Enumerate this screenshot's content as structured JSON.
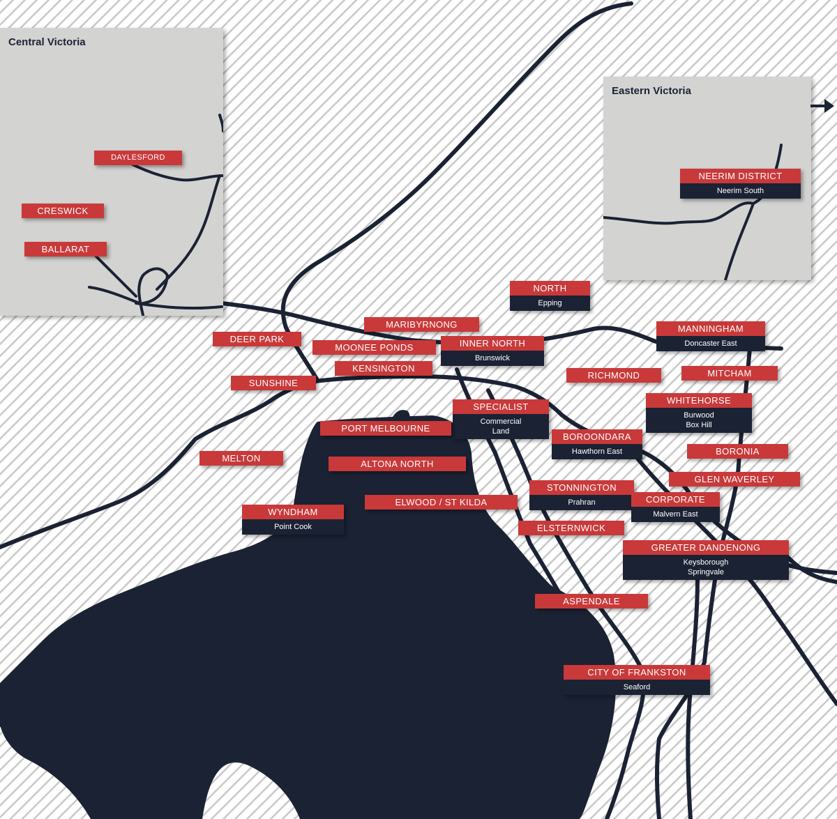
{
  "colors": {
    "water": "#1b2234",
    "road": "#1b2234",
    "label_red": "#c9393a",
    "label_dark": "#1b2234",
    "inset_bg": "#d3d3d1",
    "hatch": "#c8c8c8"
  },
  "insets": {
    "central": {
      "title": "Central Victoria"
    },
    "eastern": {
      "title": "Eastern Victoria"
    }
  },
  "direction_icon": "arrow-right-icon",
  "labels": {
    "daylesford": {
      "name": "DAYLESFORD"
    },
    "creswick": {
      "name": "CRESWICK"
    },
    "ballarat": {
      "name": "BALLARAT"
    },
    "neerim": {
      "name": "NEERIM DISTRICT",
      "sub": "Neerim South"
    },
    "north": {
      "name": "NORTH",
      "sub": "Epping"
    },
    "maribyrnong": {
      "name": "MARIBYRNONG"
    },
    "deer_park": {
      "name": "DEER PARK"
    },
    "moonee_ponds": {
      "name": "MOONEE PONDS"
    },
    "inner_north": {
      "name": "INNER NORTH",
      "sub": "Brunswick"
    },
    "manningham": {
      "name": "MANNINGHAM",
      "sub": "Doncaster East"
    },
    "kensington": {
      "name": "KENSINGTON"
    },
    "sunshine": {
      "name": "SUNSHINE"
    },
    "richmond": {
      "name": "RICHMOND"
    },
    "mitcham": {
      "name": "MITCHAM"
    },
    "whitehorse": {
      "name": "WHITEHORSE",
      "sub1": "Burwood",
      "sub2": "Box Hill"
    },
    "specialist": {
      "name": "SPECIALIST",
      "sub1": "Commercial",
      "sub2": "Land"
    },
    "port_melbourne": {
      "name": "PORT MELBOURNE"
    },
    "boroondara": {
      "name": "BOROONDARA",
      "sub": "Hawthorn East"
    },
    "boronia": {
      "name": "BORONIA"
    },
    "melton": {
      "name": "MELTON"
    },
    "altona_north": {
      "name": "ALTONA NORTH"
    },
    "glen_waverley": {
      "name": "GLEN WAVERLEY"
    },
    "stonnington": {
      "name": "STONNINGTON",
      "sub": "Prahran"
    },
    "corporate": {
      "name": "CORPORATE",
      "sub": "Malvern East"
    },
    "elwood": {
      "name": "ELWOOD / ST KILDA"
    },
    "wyndham": {
      "name": "WYNDHAM",
      "sub": "Point Cook"
    },
    "elsternwick": {
      "name": "ELSTERNWICK"
    },
    "greater_dandenong": {
      "name": "GREATER DANDENONG",
      "sub1": "Keysborough",
      "sub2": "Springvale"
    },
    "aspendale": {
      "name": "ASPENDALE"
    },
    "frankston": {
      "name": "CITY OF FRANKSTON",
      "sub": "Seaford"
    }
  }
}
